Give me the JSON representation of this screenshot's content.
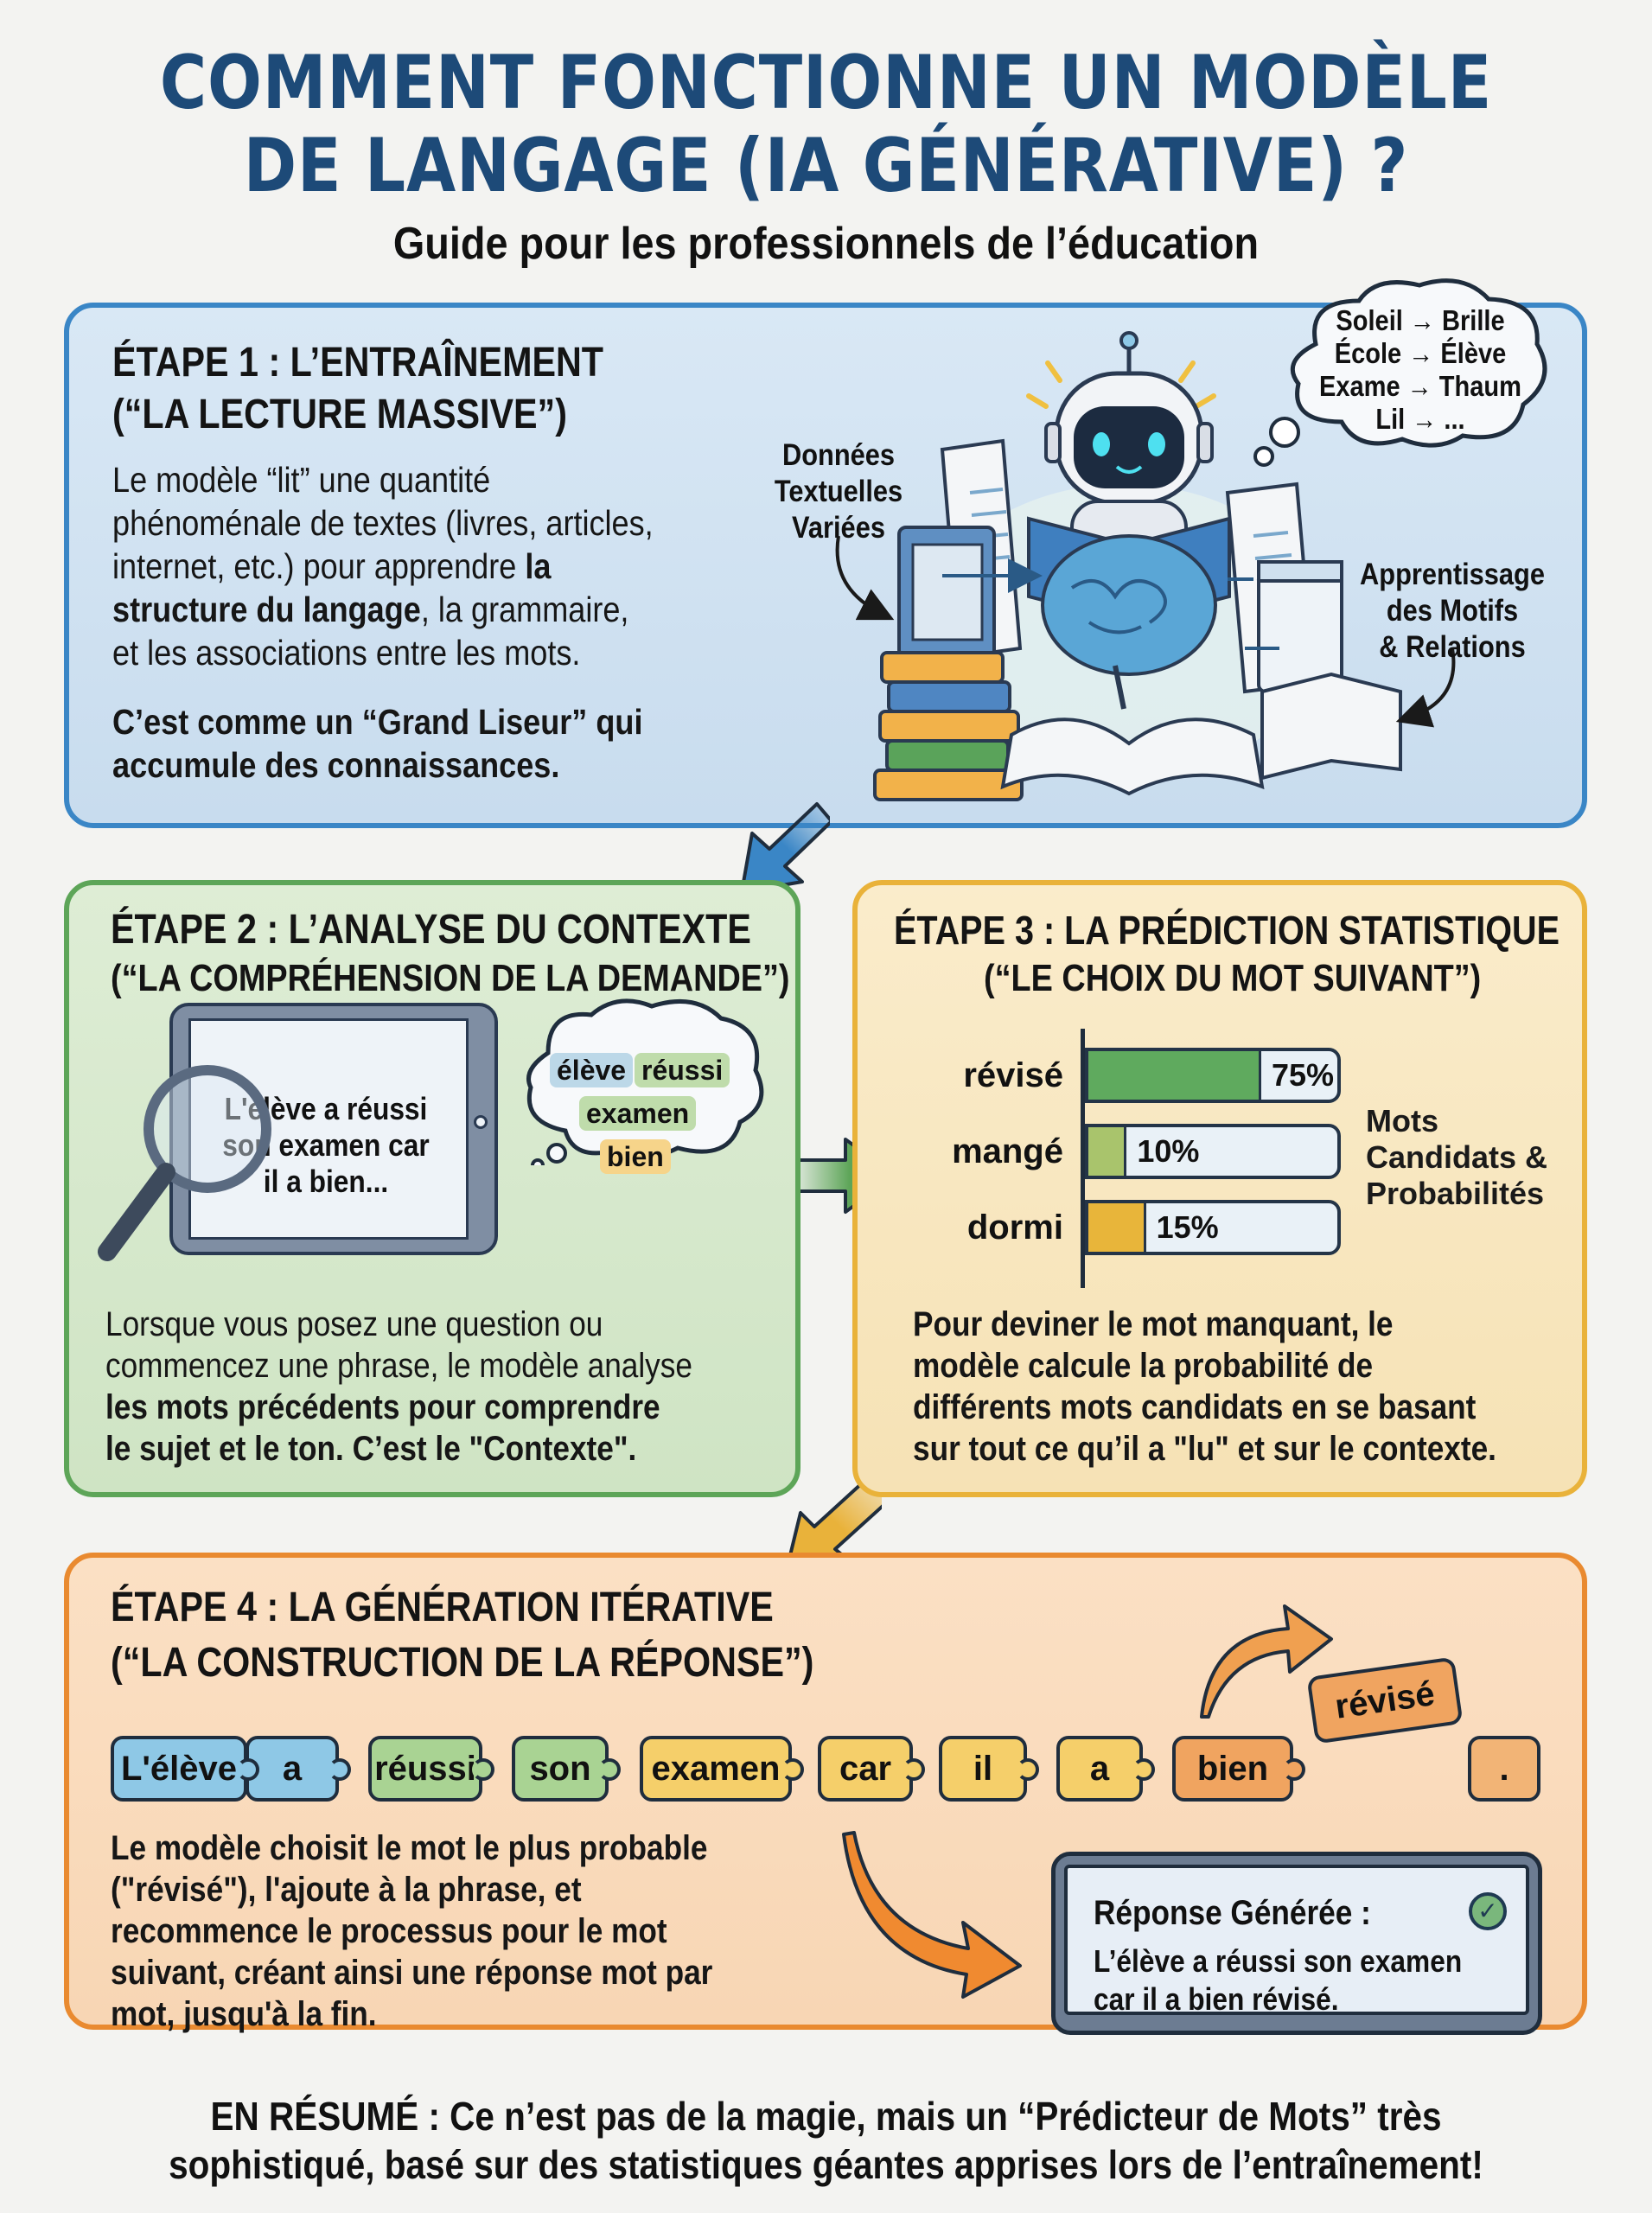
{
  "header": {
    "title_line1": "COMMENT FONCTIONNE UN MODÈLE",
    "title_line2": "DE LANGAGE (IA GÉNÉRATIVE) ?",
    "subtitle": "Guide pour les professionnels de l’éducation",
    "title_color": "#1d4a78"
  },
  "step1": {
    "title": "ÉTAPE 1 : L’ENTRAÎNEMENT",
    "subtitle": "(“LA LECTURE MASSIVE”)",
    "body_lines": [
      "Le modèle “lit” une quantité",
      "phénoménale de textes (livres, articles,",
      "internet, etc.) pour apprendre",
      "structure du langage, la grammaire,",
      "et les associations entre les mots."
    ],
    "body_bold_1": "la",
    "body_bold_2": "structure du langage",
    "body_line4_rest": ", la grammaire,",
    "body2_line1": "C’est comme un “Grand Liseur” qui",
    "body2_line2": "accumule des connaissances.",
    "label_left": [
      "Données",
      "Textuelles",
      "Variées"
    ],
    "label_right": [
      "Apprentissage",
      "des Motifs",
      "& Relations"
    ],
    "thought_cloud": [
      "Soleil → Brille",
      "École → Élève",
      "Exame → Thaum",
      "Lil → ..."
    ],
    "illustration": "robot-reading-books-with-brain",
    "accent_color": "#3a86c6"
  },
  "step2": {
    "title": "ÉTAPE 2 : L’ANALYSE DU CONTEXTE",
    "subtitle": "(“LA COMPRÉHENSION DE LA DEMANDE”)",
    "tablet_text": [
      "L'élève a réussi",
      "son examen car",
      "il a bien..."
    ],
    "thought_chips": [
      {
        "word": "élève",
        "color": "#bcd8e8"
      },
      {
        "word": "réussi",
        "color": "#bfdcab"
      },
      {
        "word": "examen",
        "color": "#bfdcab"
      },
      {
        "word": "bien",
        "color": "#f6d48a"
      }
    ],
    "body_lines": [
      "Lorsque vous posez une question ou",
      "commencez une phrase, le modèle analyse",
      "les mots précédents pour comprendre",
      "le sujet et le ton. C’est le \"Contexte\"."
    ],
    "accent_color": "#5da558"
  },
  "step3": {
    "title": "ÉTAPE 3 : LA PRÉDICTION STATISTIQUE",
    "subtitle": "(“LE CHOIX DU MOT SUIVANT”)",
    "legend": [
      "Mots",
      "Candidats &",
      "Probabilités"
    ],
    "body_lines": [
      "Pour deviner le mot manquant, le",
      "modèle calcule la probabilité de",
      "différents mots candidats en se basant",
      "sur tout ce qu’il a \"lu\" et sur le contexte."
    ],
    "accent_color": "#e9b23a"
  },
  "chart_data": {
    "type": "bar",
    "orientation": "horizontal",
    "title": "",
    "categories": [
      "révisé",
      "mangé",
      "dormi"
    ],
    "values": [
      75,
      10,
      15
    ],
    "value_labels": [
      "75%",
      "10%",
      "15%"
    ],
    "colors": [
      "#5faa5e",
      "#a9c46c",
      "#e8b53a"
    ],
    "xlim": [
      0,
      100
    ],
    "legend": "Mots Candidats & Probabilités",
    "legend_position": "right"
  },
  "step4": {
    "title": "ÉTAPE 4 : LA GÉNÉRATION ITÉRATIVE",
    "subtitle": "(“LA CONSTRUCTION DE LA RÉPONSE”)",
    "tokens": [
      {
        "word": "L'élève",
        "color": "#8ec8e6"
      },
      {
        "word": "a",
        "color": "#8ec8e6"
      },
      {
        "word": "réussi",
        "color": "#a9d393"
      },
      {
        "word": "son",
        "color": "#a9d393"
      },
      {
        "word": "examen",
        "color": "#f5cf6a"
      },
      {
        "word": "car",
        "color": "#f5cf6a"
      },
      {
        "word": "il",
        "color": "#f5cf6a"
      },
      {
        "word": "a",
        "color": "#f5cf6a"
      },
      {
        "word": "bien",
        "color": "#f0a460"
      }
    ],
    "next_token": "révisé",
    "end_token": ".",
    "body_lines": [
      "Le modèle choisit le mot le plus probable",
      "(\"révisé\"), l'ajoute à la phrase, et",
      "recommence le processus pour le mot",
      "suivant, créant ainsi une réponse mot par",
      "mot, jusqu'à la fin."
    ],
    "response_title": "Réponse Générée :",
    "response_lines": [
      "L’élève a réussi son examen",
      "car il a bien révisé."
    ],
    "accent_color": "#e98a30"
  },
  "summary": {
    "label": "EN RÉSUMÉ :",
    "line1_rest": " Ce n’est pas de la magie, mais un “Prédicteur de Mots” très",
    "line2": "sophistiqué, basé sur des statistiques géantes apprises lors de l’entraînement!"
  }
}
